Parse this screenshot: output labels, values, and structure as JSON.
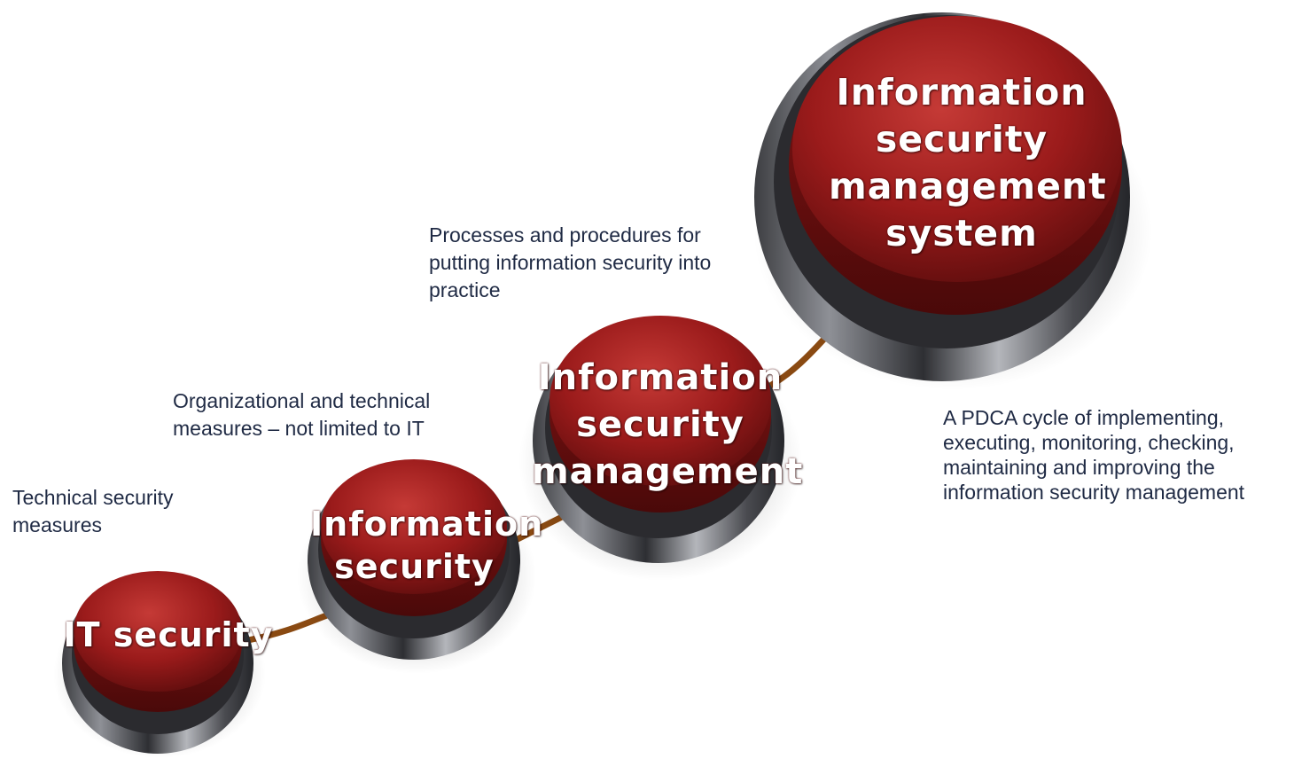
{
  "steps": [
    {
      "label": "IT security",
      "description": "Technical security measures"
    },
    {
      "label": "Information security",
      "description": "Organizational and technical measures – not limited to IT"
    },
    {
      "label": "Information security management",
      "description": "Processes and procedures for putting information security into practice"
    },
    {
      "label": "Information security management system",
      "description": "A PDCA cycle of implementing, executing, monitoring, checking, maintaining and improving the information security management"
    }
  ],
  "colors": {
    "button_red": "#9b1b1b",
    "button_dark_red": "#5e0d0d",
    "rim_metal": "#6d6e72",
    "connector": "#8a4a12",
    "text": "#1f2a44"
  }
}
